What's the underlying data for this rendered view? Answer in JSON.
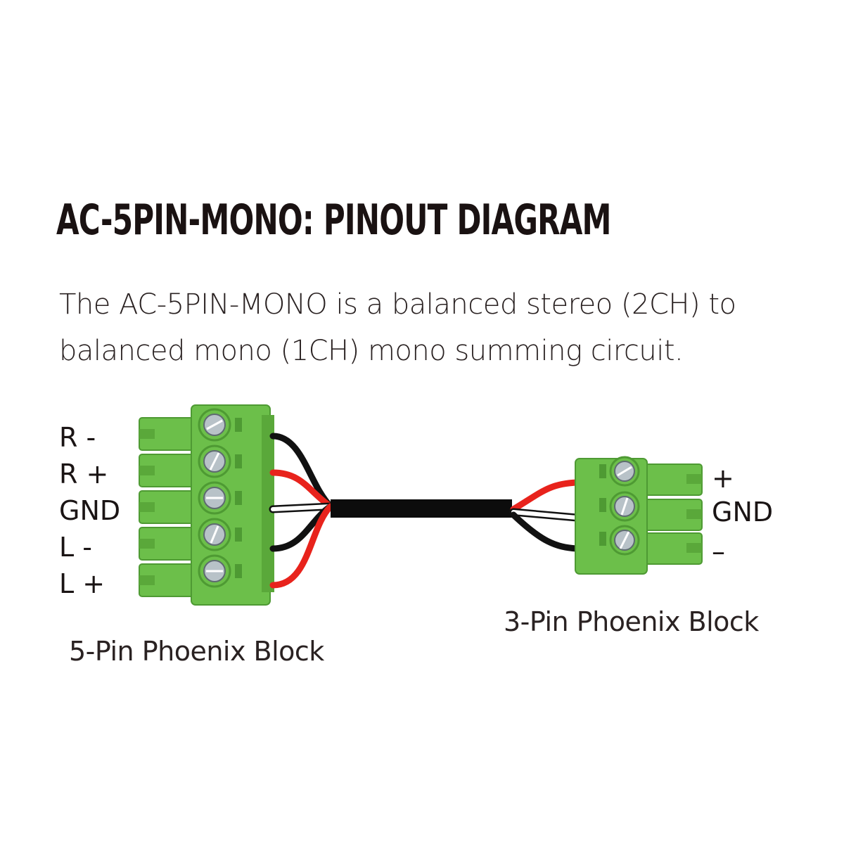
{
  "title": "AC-5PIN-MONO: PINOUT DIAGRAM",
  "description": {
    "line1": "The AC-5PIN-MONO is a balanced stereo (2CH) to",
    "line2": "balanced mono (1CH) mono summing circuit."
  },
  "connector_5pin": {
    "caption": "5-Pin Phoenix Block",
    "pins": [
      {
        "label": "R -",
        "wire": "black"
      },
      {
        "label": "R +",
        "wire": "red"
      },
      {
        "label": "GND",
        "wire": "white"
      },
      {
        "label": "L -",
        "wire": "black"
      },
      {
        "label": "L +",
        "wire": "red"
      }
    ]
  },
  "connector_3pin": {
    "caption": "3-Pin Phoenix Block",
    "pins": [
      {
        "label": "+",
        "wire": "red"
      },
      {
        "label": "GND",
        "wire": "white"
      },
      {
        "label": "–",
        "wire": "black"
      }
    ]
  },
  "colors": {
    "connector_green": "#6cbf4a",
    "connector_dark": "#4e9a33",
    "wire_red": "#e8231c",
    "wire_black": "#111111",
    "cable": "#0c0c0c"
  }
}
